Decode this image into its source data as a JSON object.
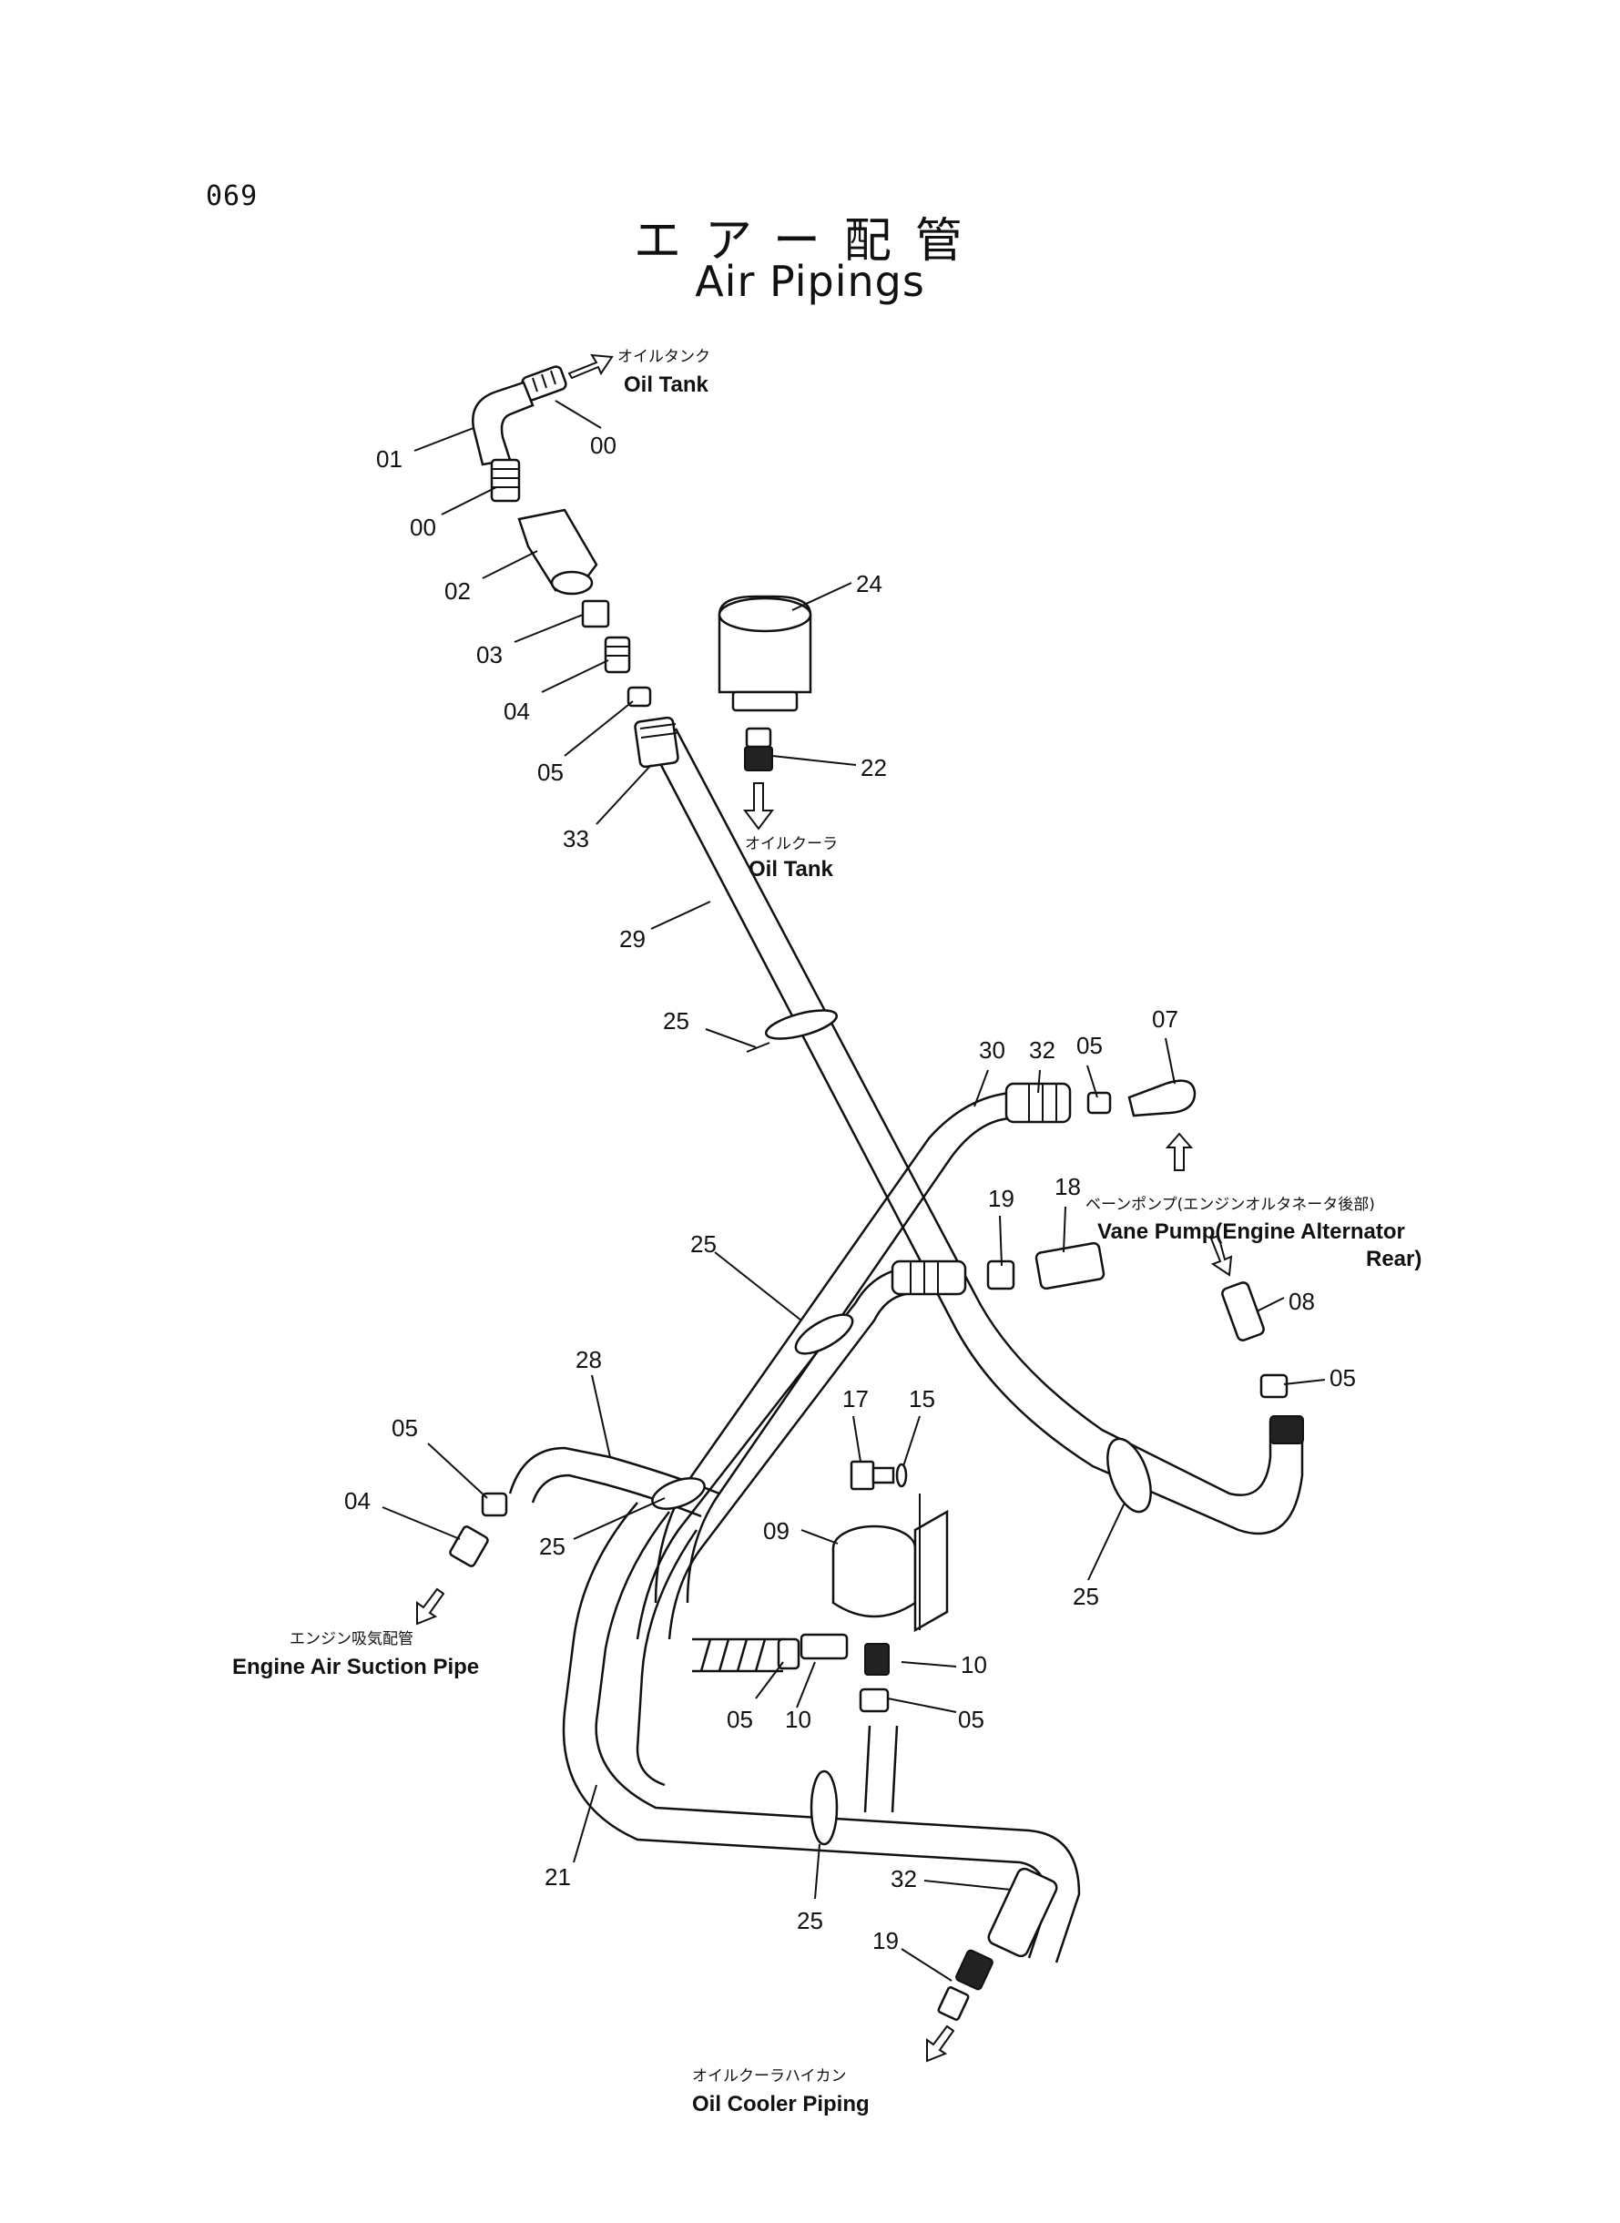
{
  "page_number": "069",
  "title_ja": "エアー配管",
  "title_en": "Air Pipings",
  "notes": {
    "oil_tank_top": {
      "ja": "オイルタンク",
      "en": "Oil Tank"
    },
    "oil_cooler": {
      "ja": "オイルクーラ",
      "en": "Oil Tank"
    },
    "vane_pump": {
      "ja": "ベーンポンプ(エンジンオルタネータ後部)",
      "en": "Vane Pump(Engine Alternator",
      "en2": "Rear)"
    },
    "engine_air": {
      "ja": "エンジン吸気配管",
      "en": "Engine Air Suction Pipe"
    },
    "oil_cooler_piping": {
      "ja": "オイルクーラハイカン",
      "en": "Oil Cooler Piping"
    }
  },
  "callouts": [
    {
      "id": "c00a",
      "text": "00"
    },
    {
      "id": "c01",
      "text": "01"
    },
    {
      "id": "c00b",
      "text": "00"
    },
    {
      "id": "c02",
      "text": "02"
    },
    {
      "id": "c03",
      "text": "03"
    },
    {
      "id": "c04a",
      "text": "04"
    },
    {
      "id": "c05a",
      "text": "05"
    },
    {
      "id": "c33",
      "text": "33"
    },
    {
      "id": "c24",
      "text": "24"
    },
    {
      "id": "c22",
      "text": "22"
    },
    {
      "id": "c29",
      "text": "29"
    },
    {
      "id": "c25a",
      "text": "25"
    },
    {
      "id": "c30",
      "text": "30"
    },
    {
      "id": "c32a",
      "text": "32"
    },
    {
      "id": "c05b",
      "text": "05"
    },
    {
      "id": "c07",
      "text": "07"
    },
    {
      "id": "c19a",
      "text": "19"
    },
    {
      "id": "c18",
      "text": "18"
    },
    {
      "id": "c25b",
      "text": "25"
    },
    {
      "id": "c08",
      "text": "08"
    },
    {
      "id": "c05c",
      "text": "05"
    },
    {
      "id": "c28",
      "text": "28"
    },
    {
      "id": "c17",
      "text": "17"
    },
    {
      "id": "c15",
      "text": "15"
    },
    {
      "id": "c05d",
      "text": "05"
    },
    {
      "id": "c04b",
      "text": "04"
    },
    {
      "id": "c25c",
      "text": "25"
    },
    {
      "id": "c09",
      "text": "09"
    },
    {
      "id": "c25d",
      "text": "25"
    },
    {
      "id": "c10a",
      "text": "10"
    },
    {
      "id": "c05e",
      "text": "05"
    },
    {
      "id": "c10b",
      "text": "10"
    },
    {
      "id": "c05f",
      "text": "05"
    },
    {
      "id": "c21",
      "text": "21"
    },
    {
      "id": "c32b",
      "text": "32"
    },
    {
      "id": "c25e",
      "text": "25"
    },
    {
      "id": "c19b",
      "text": "19"
    }
  ]
}
